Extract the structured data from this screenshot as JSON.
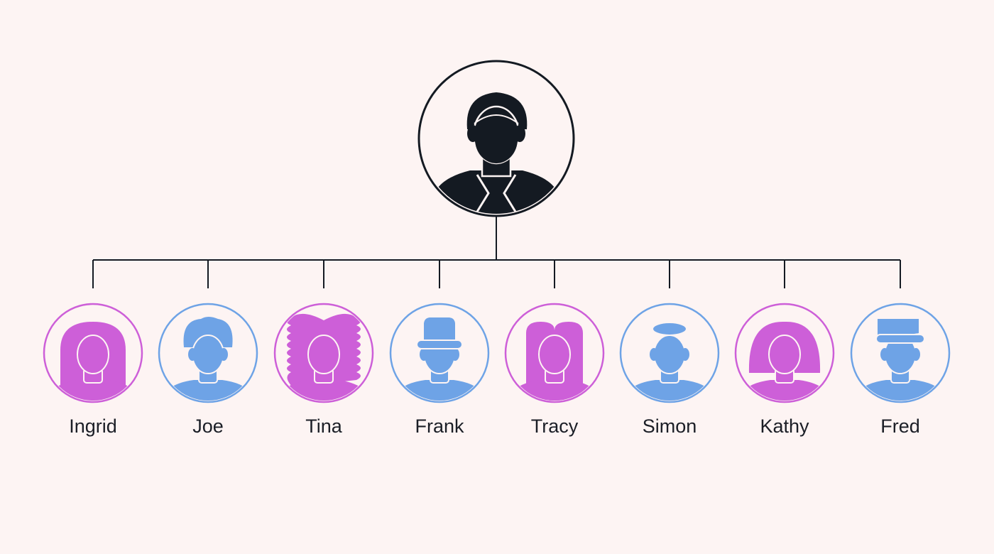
{
  "colors": {
    "background": "#fdf4f3",
    "manager": "#141a22",
    "female": "#cd5fd8",
    "male": "#6ea3e6",
    "connector": "#141a22"
  },
  "manager": {
    "icon": "manager-suit-avatar-icon"
  },
  "team": [
    {
      "name": "Ingrid",
      "gender": "female",
      "icon": "woman-bob-hair-icon"
    },
    {
      "name": "Joe",
      "gender": "male",
      "icon": "man-curly-hair-icon"
    },
    {
      "name": "Tina",
      "gender": "female",
      "icon": "woman-wavy-hair-icon"
    },
    {
      "name": "Frank",
      "gender": "male",
      "icon": "man-cap-icon"
    },
    {
      "name": "Tracy",
      "gender": "female",
      "icon": "woman-long-hair-icon"
    },
    {
      "name": "Simon",
      "gender": "male",
      "icon": "man-kippah-icon"
    },
    {
      "name": "Kathy",
      "gender": "female",
      "icon": "woman-short-hair-icon"
    },
    {
      "name": "Fred",
      "gender": "male",
      "icon": "man-flat-top-icon"
    }
  ]
}
